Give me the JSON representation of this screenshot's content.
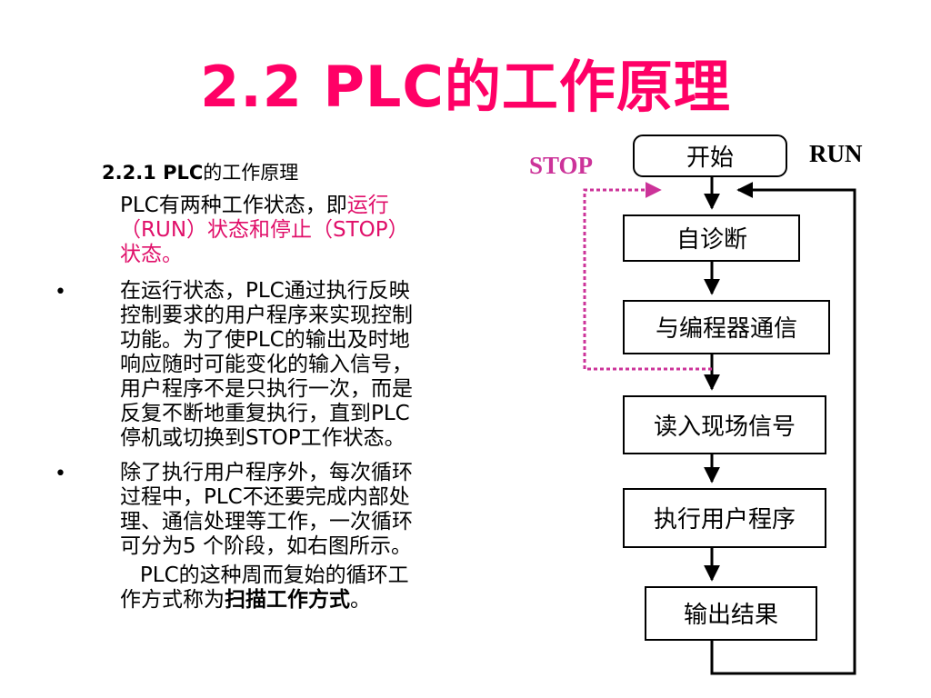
{
  "slide": {
    "title": "2.2  PLC的工作原理",
    "subheading_bold": "2.2.1 PLC",
    "subheading_rest": "的工作原理",
    "para1": {
      "line1_a": "PLC有两种工作状态，即",
      "line1_b": "运行",
      "line2": "（RUN）状态和停止（STOP）",
      "line3": "状态。"
    },
    "bullets": [
      {
        "symbol": "•",
        "lines": [
          "在运行状态，PLC通过执行反映",
          "控制要求的用户程序来实现控制",
          "功能。为了使PLC的输出及时地",
          "响应随时可能变化的输入信号，",
          "用户程序不是只执行一次，而是",
          "反复不断地重复执行，直到PLC",
          "停机或切换到STOP工作状态。"
        ]
      },
      {
        "symbol": "•",
        "lines": [
          "除了执行用户程序外，每次循环",
          "过程中，PLC不还要完成内部处",
          "理、通信处理等工作，一次循环",
          "可分为5 个阶段，如右图所示。"
        ]
      }
    ],
    "final_para": {
      "line1": "   PLC的这种周而复始的循环工",
      "line2_a": "作方式称为",
      "line2_b": "扫描工作方式",
      "line2_c": "。"
    }
  },
  "flowchart": {
    "start": "开始",
    "steps": [
      "自诊断",
      "与编程器通信",
      "读入现场信号",
      "执行用户程序",
      "输出结果"
    ],
    "stop_label": "STOP",
    "run_label": "RUN",
    "colors": {
      "stop": "#cc3399",
      "loop": "#000000"
    }
  }
}
